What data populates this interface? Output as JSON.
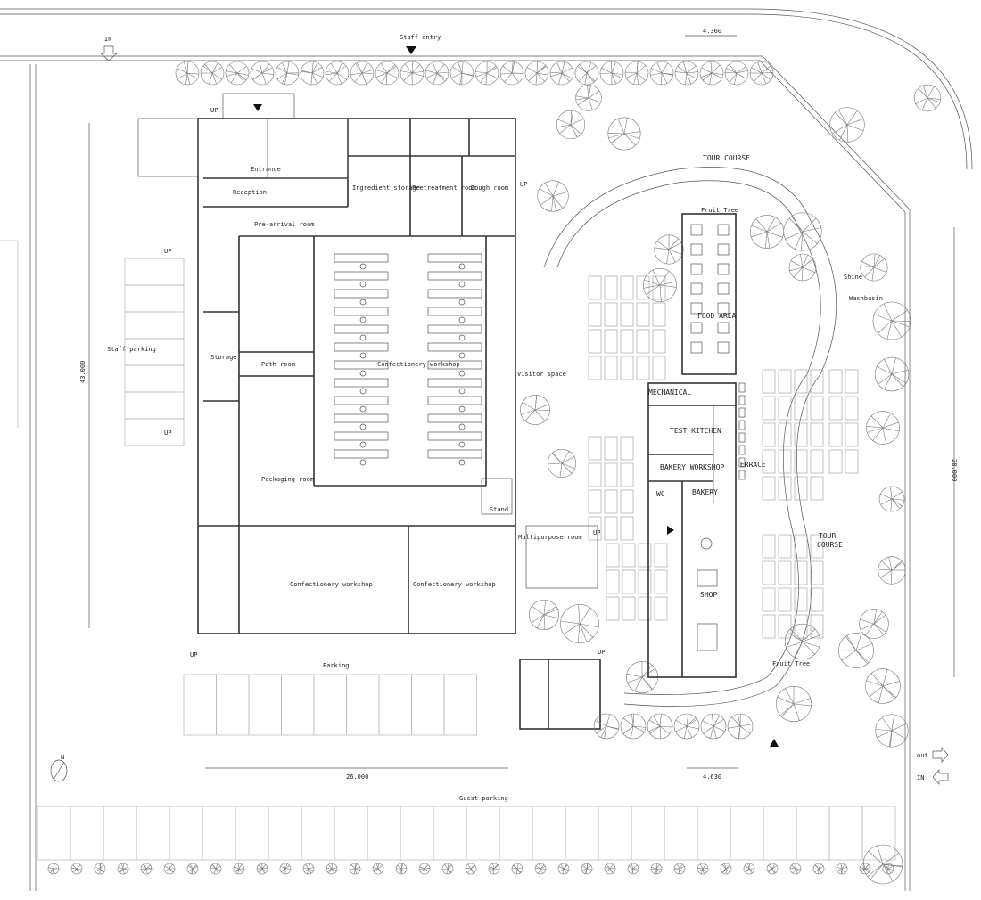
{
  "plan": {
    "entry_labels": {
      "in_top": "IN",
      "staff_entry": "Staff entry",
      "out": "out",
      "in_bottom": "IN"
    },
    "dimensions": {
      "top": "4.360",
      "left_vertical": "43.000",
      "right_vertical": "28.000",
      "bottom_main": "26.000",
      "bottom_small": "4.630"
    },
    "north": "N",
    "rooms": {
      "entrance": "Entrance",
      "reception": "Reception",
      "pre_arrival": "Pre-arrival room",
      "ingredient_storage": "Ingredient storage",
      "pretreatment": "Pretreatment room",
      "dough": "Dough room",
      "storage": "Storage",
      "path_room": "Path room",
      "confectionery_main": "Confectionery workshop",
      "visitor_space": "Visitor space",
      "packaging": "Packaging room",
      "stand": "Stand",
      "multipurpose": "Multipurpose room",
      "confectionery_sw": "Confectionery workshop",
      "confectionery_se": "Confectionery workshop",
      "mechanical": "MECHANICAL",
      "test_kitchen": "TEST KITCHEN",
      "bakery_workshop": "BAKERY WORKSHOP",
      "terrace": "TERRACE",
      "bakery": "BAKERY",
      "wc": "WC",
      "shop": "SHOP",
      "food_area": "FOOD AREA"
    },
    "site": {
      "staff_parking": "Staff parking",
      "parking": "Parking",
      "guest_parking": "Guest parking",
      "tour_course_top": "TOUR COURSE",
      "tour_course_right_1": "TOUR",
      "tour_course_right_2": "COURSE",
      "fruit_tree_top": "Fruit Tree",
      "fruit_tree_bottom": "Fruit Tree",
      "shine": "Shine",
      "washbasin": "Washbasin",
      "up": "UP"
    }
  }
}
